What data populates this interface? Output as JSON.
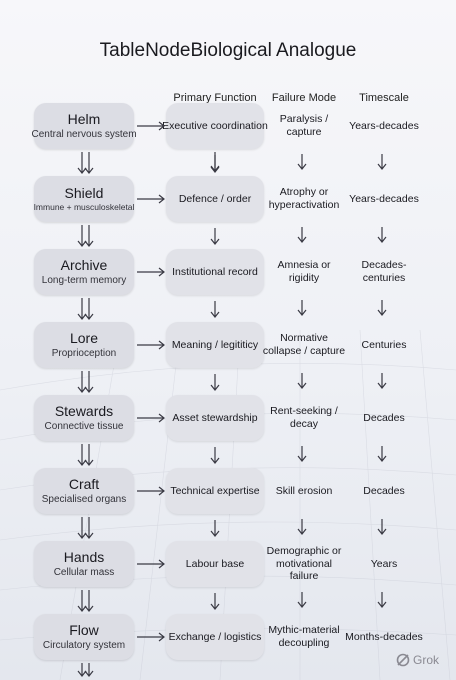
{
  "title": "TableNodeBiological Analogue",
  "columns": {
    "function": "Primary Function",
    "failure": "Failure Mode",
    "timescale": "Timescale"
  },
  "rows": [
    {
      "node": "Helm",
      "analogue": "Central nervous system",
      "function": "Executive coordination",
      "failure": "Paralysis / capture",
      "timescale": "Years-decades"
    },
    {
      "node": "Shield",
      "analogue": "Immune + musculoskeletal",
      "function": "Defence / order",
      "failure": "Atrophy or hyperactivation",
      "timescale": "Years-decades"
    },
    {
      "node": "Archive",
      "analogue": "Long-term memory",
      "function": "Institutional record",
      "failure": "Amnesia or rigidity",
      "timescale": "Decades-centuries"
    },
    {
      "node": "Lore",
      "analogue": "Proprioception",
      "function": "Meaning / legititicy",
      "failure": "Normative collapse / capture",
      "timescale": "Centuries"
    },
    {
      "node": "Stewards",
      "analogue": "Connective tissue",
      "function": "Asset stewardship",
      "failure": "Rent-seeking / decay",
      "timescale": "Decades"
    },
    {
      "node": "Craft",
      "analogue": "Specialised organs",
      "function": "Technical expertise",
      "failure": "Skill erosion",
      "timescale": "Decades"
    },
    {
      "node": "Hands",
      "analogue": "Cellular mass",
      "function": "Labour base",
      "failure": "Demographic or motivational failure",
      "timescale": "Years"
    },
    {
      "node": "Flow",
      "analogue": "Circulatory system",
      "function": "Exchange / logistics",
      "failure": "Mythic-material decoupling",
      "timescale": "Months-decades"
    }
  ],
  "logo": "Grok",
  "icons": {
    "logo": "grok-logo-icon",
    "arrow": "arrow-icon"
  },
  "colors": {
    "node_fill": "#dcdde4",
    "arrow": "#3a3a44"
  }
}
